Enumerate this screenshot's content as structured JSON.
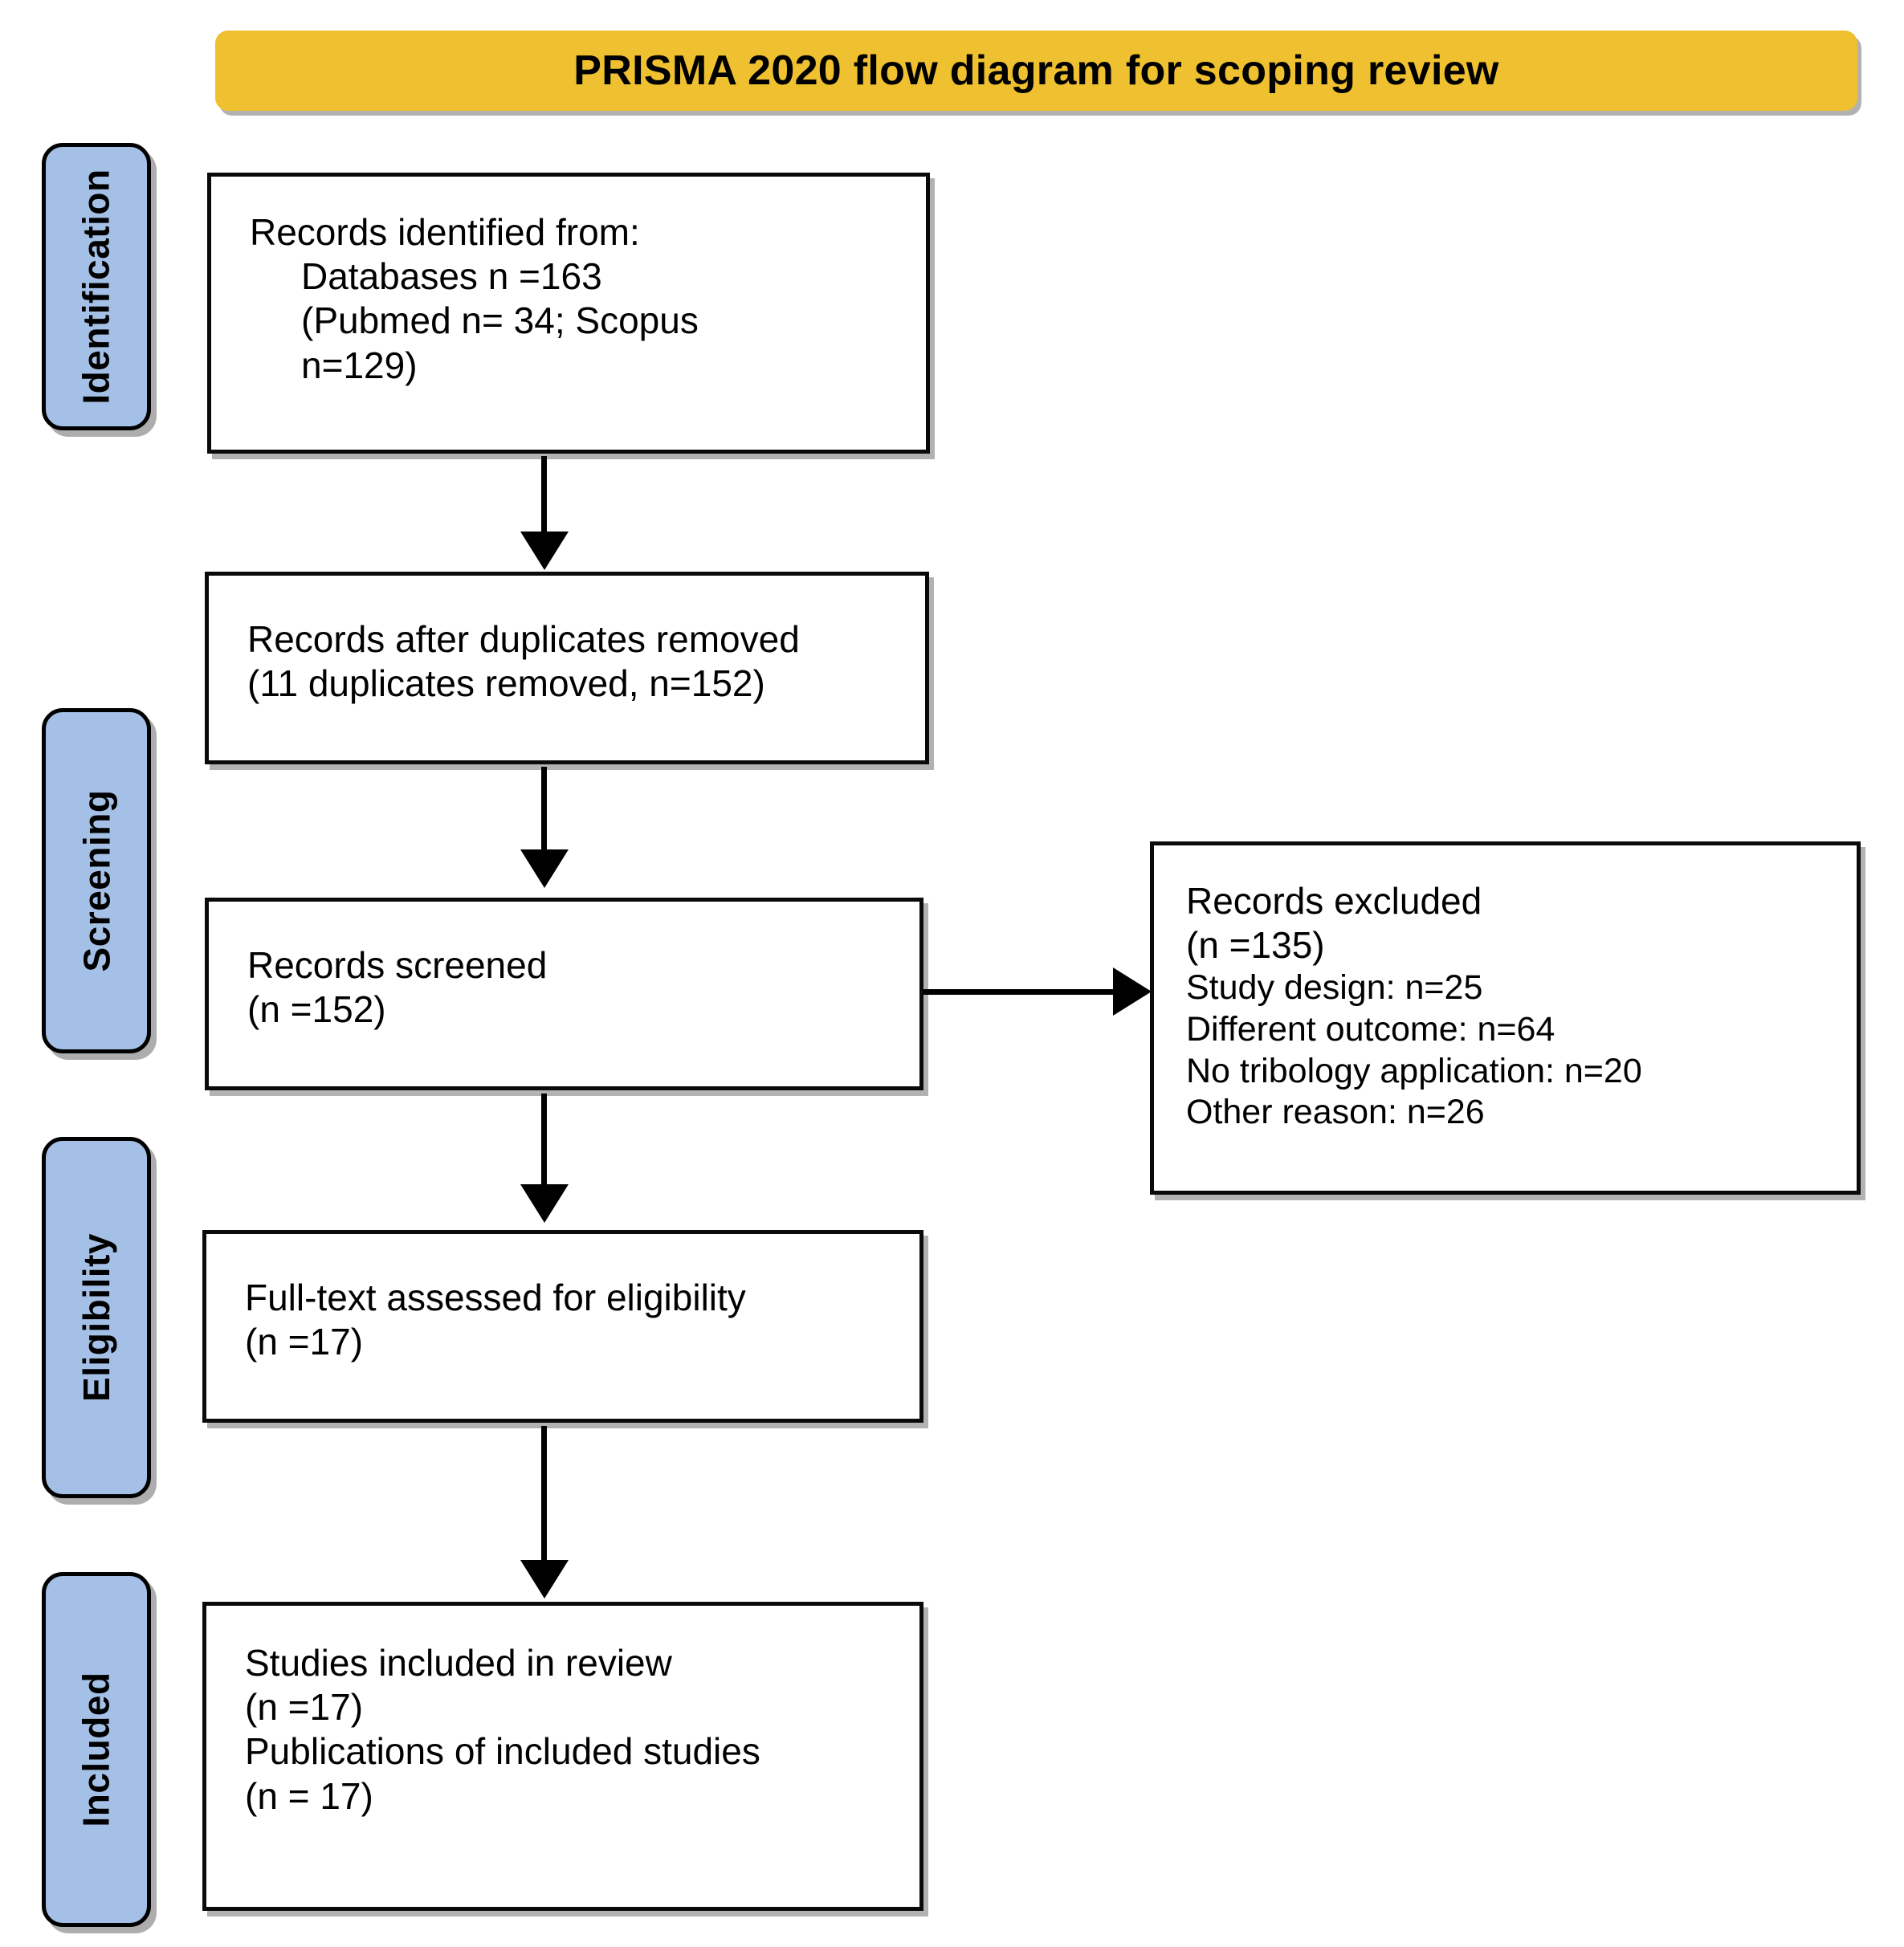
{
  "title": {
    "text": "PRISMA 2020 flow diagram for scoping review",
    "background_color": "#efc02f"
  },
  "stages": {
    "accent_color": "#a5c0e6",
    "items": [
      {
        "id": "identification",
        "label": "Identification"
      },
      {
        "id": "screening",
        "label": "Screening"
      },
      {
        "id": "eligibility",
        "label": "Eligibility"
      },
      {
        "id": "included",
        "label": "Included"
      }
    ]
  },
  "boxes": {
    "identified": {
      "lines": [
        "Records identified from:",
        "Databases n =163",
        "(Pubmed n= 34; Scopus",
        "n=129)"
      ]
    },
    "duplicates": {
      "lines": [
        "Records after duplicates removed",
        "(11 duplicates removed, n=152)"
      ]
    },
    "screened": {
      "lines": [
        "Records screened",
        "(n =152)"
      ]
    },
    "excluded": {
      "lines": [
        "Records excluded",
        "(n =135)",
        "Study design: n=25",
        "Different outcome: n=64",
        "No tribology application: n=20",
        "Other reason: n=26"
      ]
    },
    "fulltext": {
      "lines": [
        "Full-text assessed for eligibility",
        "(n =17)"
      ]
    },
    "included": {
      "lines": [
        "Studies included in review",
        "(n =17)",
        "Publications of included studies",
        "(n = 17)"
      ]
    }
  },
  "flow_data": {
    "type": "prisma-flow",
    "records_identified_total": 163,
    "sources": [
      {
        "name": "Pubmed",
        "n": 34
      },
      {
        "name": "Scopus",
        "n": 129
      }
    ],
    "duplicates_removed": 11,
    "records_after_duplicates": 152,
    "records_screened": 152,
    "records_excluded_total": 135,
    "exclusion_reasons": [
      {
        "reason": "Study design",
        "n": 25
      },
      {
        "reason": "Different outcome",
        "n": 64
      },
      {
        "reason": "No tribology application",
        "n": 20
      },
      {
        "reason": "Other reason",
        "n": 26
      }
    ],
    "fulltext_assessed": 17,
    "studies_included": 17,
    "publications_of_included_studies": 17
  }
}
